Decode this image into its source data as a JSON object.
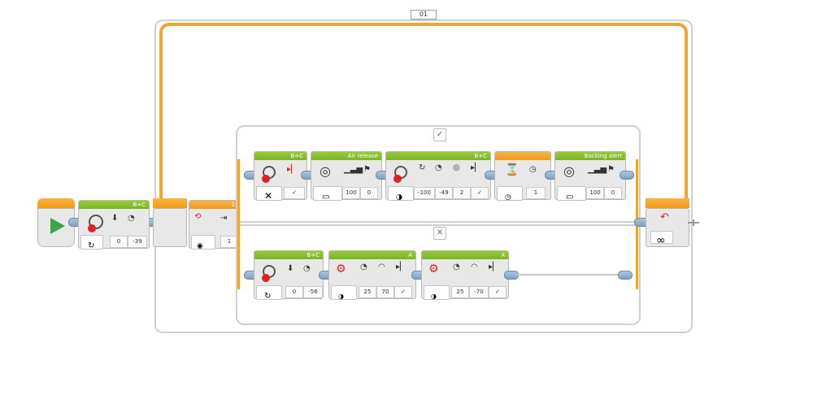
{
  "loop": {
    "counter": "01",
    "infinity_symbol": "∞",
    "repeat_icon": "loop-back-icon"
  },
  "start": {
    "icon": "play-triangle-icon"
  },
  "steering_main": {
    "port": "B+C",
    "steering": "0",
    "power": "-39",
    "mode_icon": "on-icon"
  },
  "switch": {
    "port": "2",
    "mode_icon": "color-sensor-icon",
    "value": "1"
  },
  "true_case": {
    "header": "✓",
    "steer": {
      "port": "B+C",
      "mode": "✕"
    },
    "sound1": {
      "label": "Air release",
      "volume": "100",
      "play_type": "0"
    },
    "steer2": {
      "port": "B+C",
      "steering": "-100",
      "power": "-49",
      "rotations": "2",
      "brake": "✓"
    },
    "wait": {
      "time": "1"
    },
    "sound2": {
      "label": "Backing alert",
      "volume": "100",
      "play_type": "0"
    }
  },
  "false_case": {
    "header": "✕",
    "steer": {
      "port": "B+C",
      "steering": "0",
      "power": "-56"
    },
    "motor1": {
      "port": "A",
      "power": "25",
      "degrees": "70",
      "brake": "✓"
    },
    "motor2": {
      "port": "A",
      "power": "25",
      "degrees": "-70",
      "brake": "✓"
    }
  }
}
